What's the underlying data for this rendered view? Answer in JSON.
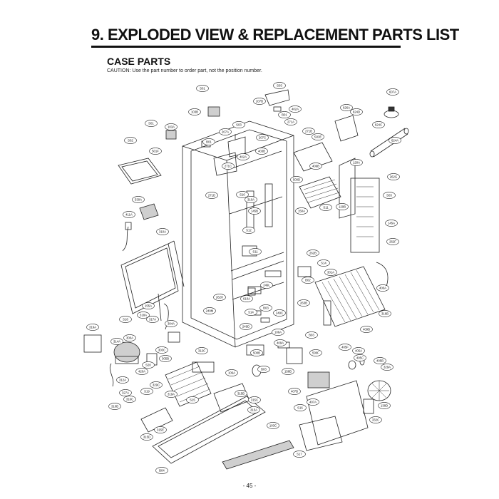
{
  "page": {
    "title": "9. EXPLODED VIEW & REPLACEMENT PARTS LIST",
    "section_heading": "CASE PARTS",
    "caution": "CAUTION: Use the part number to order part, not the position number.",
    "page_number": "- 45 -"
  },
  "callouts": [
    {
      "id": "c001",
      "label": "S01"
    },
    {
      "id": "c002",
      "label": "S03"
    },
    {
      "id": "c003",
      "label": "607A"
    },
    {
      "id": "c004",
      "label": "103B"
    },
    {
      "id": "c005",
      "label": "207B"
    },
    {
      "id": "c006",
      "label": "402A"
    },
    {
      "id": "c007",
      "label": "B01"
    },
    {
      "id": "c008",
      "label": "626A"
    },
    {
      "id": "c009",
      "label": "624D"
    },
    {
      "id": "c010",
      "label": "S01"
    },
    {
      "id": "c011",
      "label": "103A"
    },
    {
      "id": "c012",
      "label": "S03"
    },
    {
      "id": "c013",
      "label": "271A"
    },
    {
      "id": "c014",
      "label": "624C"
    },
    {
      "id": "c015",
      "label": "207A"
    },
    {
      "id": "c016",
      "label": "271B"
    },
    {
      "id": "c017",
      "label": "S02"
    },
    {
      "id": "c018",
      "label": "B01"
    },
    {
      "id": "c019",
      "label": "207C"
    },
    {
      "id": "c020",
      "label": "S03E"
    },
    {
      "id": "c021",
      "label": "624A"
    },
    {
      "id": "c022",
      "label": "501F"
    },
    {
      "id": "c023",
      "label": "403B"
    },
    {
      "id": "c024",
      "label": "402A"
    },
    {
      "id": "c025",
      "label": "271C"
    },
    {
      "id": "c026",
      "label": "406B"
    },
    {
      "id": "c027",
      "label": "120A"
    },
    {
      "id": "c028",
      "label": "262G"
    },
    {
      "id": "c029",
      "label": "500D"
    },
    {
      "id": "c030",
      "label": "271D"
    },
    {
      "id": "c031",
      "label": "S10"
    },
    {
      "id": "c032",
      "label": "S03"
    },
    {
      "id": "c033",
      "label": "530A"
    },
    {
      "id": "c034",
      "label": "310A"
    },
    {
      "id": "c035",
      "label": "S11"
    },
    {
      "id": "c036",
      "label": "120B"
    },
    {
      "id": "c037",
      "label": "411A"
    },
    {
      "id": "c038",
      "label": "145B"
    },
    {
      "id": "c039",
      "label": "150A"
    },
    {
      "id": "c040",
      "label": "145A"
    },
    {
      "id": "c041",
      "label": "310A"
    },
    {
      "id": "c042",
      "label": "S12"
    },
    {
      "id": "c043",
      "label": "262F"
    },
    {
      "id": "c044",
      "label": "S11"
    },
    {
      "id": "c045",
      "label": "262B"
    },
    {
      "id": "c046",
      "label": "S14"
    },
    {
      "id": "c047",
      "label": "301A"
    },
    {
      "id": "c048",
      "label": "B02"
    },
    {
      "id": "c049",
      "label": "400A"
    },
    {
      "id": "c050",
      "label": "249L"
    },
    {
      "id": "c051",
      "label": "262H"
    },
    {
      "id": "c052",
      "label": "610A"
    },
    {
      "id": "c053",
      "label": "155A"
    },
    {
      "id": "c054",
      "label": "249M"
    },
    {
      "id": "c055",
      "label": "B03"
    },
    {
      "id": "c056",
      "label": "S14"
    },
    {
      "id": "c057",
      "label": "263B"
    },
    {
      "id": "c058",
      "label": "249C"
    },
    {
      "id": "c059",
      "label": "318A"
    },
    {
      "id": "c060",
      "label": "317A"
    },
    {
      "id": "c061",
      "label": "S18"
    },
    {
      "id": "c062",
      "label": "304A"
    },
    {
      "id": "c063",
      "label": "249D"
    },
    {
      "id": "c064",
      "label": "319A"
    },
    {
      "id": "c065",
      "label": "106A"
    },
    {
      "id": "c066",
      "label": "B03"
    },
    {
      "id": "c067",
      "label": "316B"
    },
    {
      "id": "c068",
      "label": "300A"
    },
    {
      "id": "c069",
      "label": "314A"
    },
    {
      "id": "c070",
      "label": "409A"
    },
    {
      "id": "c071",
      "label": "409B"
    },
    {
      "id": "c072",
      "label": "405F"
    },
    {
      "id": "c073",
      "label": "303C"
    },
    {
      "id": "c074",
      "label": "312C"
    },
    {
      "id": "c075",
      "label": "405A"
    },
    {
      "id": "c076",
      "label": "405C"
    },
    {
      "id": "c077",
      "label": "405B"
    },
    {
      "id": "c078",
      "label": "305B"
    },
    {
      "id": "c079",
      "label": "S20"
    },
    {
      "id": "c080",
      "label": "500B"
    },
    {
      "id": "c081",
      "label": "500F"
    },
    {
      "id": "c082",
      "label": "420A"
    },
    {
      "id": "c083",
      "label": "329A"
    },
    {
      "id": "c084",
      "label": "312A"
    },
    {
      "id": "c085",
      "label": "329C"
    },
    {
      "id": "c086",
      "label": "106A"
    },
    {
      "id": "c087",
      "label": "B03"
    },
    {
      "id": "c088",
      "label": "158B"
    },
    {
      "id": "c089",
      "label": "327A"
    },
    {
      "id": "c090",
      "label": "S19"
    },
    {
      "id": "c091",
      "label": "319A"
    },
    {
      "id": "c092",
      "label": "407B"
    },
    {
      "id": "c093",
      "label": "316C"
    },
    {
      "id": "c094",
      "label": "S15"
    },
    {
      "id": "c095",
      "label": "315B"
    },
    {
      "id": "c096",
      "label": "407A"
    },
    {
      "id": "c097",
      "label": "138D"
    },
    {
      "id": "c098",
      "label": "310B"
    },
    {
      "id": "c099",
      "label": "315C"
    },
    {
      "id": "c100",
      "label": "S16"
    },
    {
      "id": "c101",
      "label": "315A"
    },
    {
      "id": "c102",
      "label": "332C"
    },
    {
      "id": "c103",
      "label": "315E"
    },
    {
      "id": "c104",
      "label": "103C"
    },
    {
      "id": "c105",
      "label": "315D"
    },
    {
      "id": "c106",
      "label": "S17"
    },
    {
      "id": "c107",
      "label": "B04"
    }
  ]
}
